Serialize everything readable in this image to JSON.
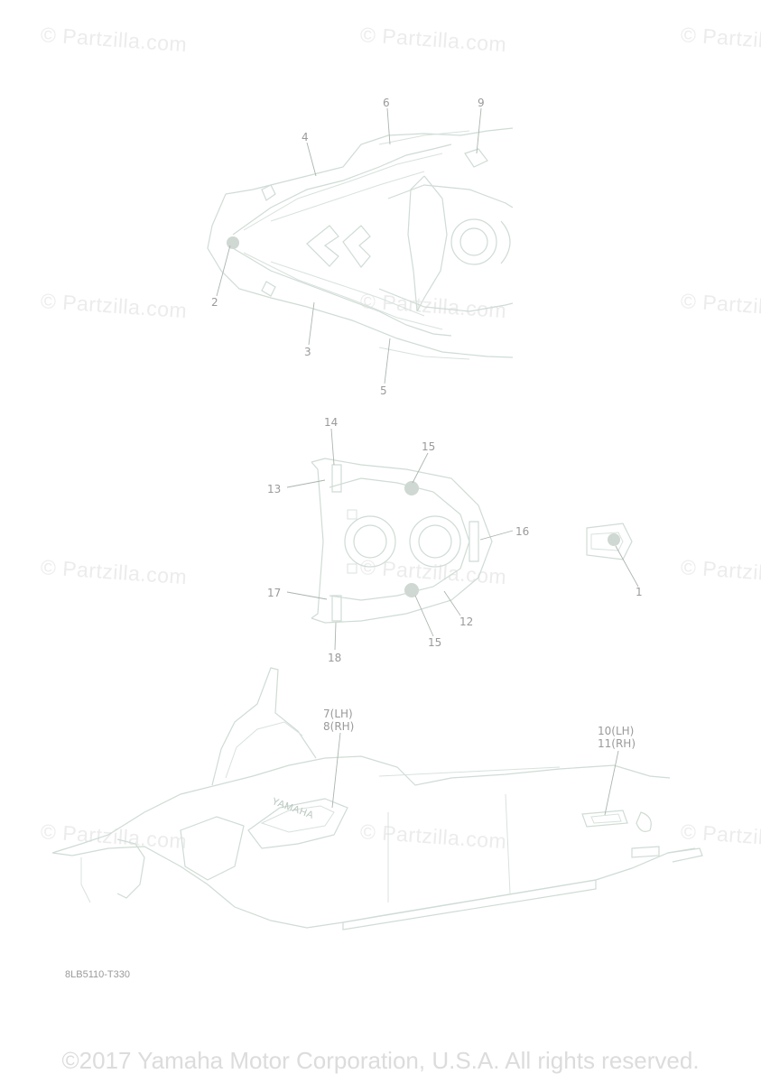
{
  "watermark": "© Partzilla.com",
  "callouts": {
    "c1": "1",
    "c2": "2",
    "c3": "3",
    "c4": "4",
    "c5": "5",
    "c6": "6",
    "c9": "9",
    "c12": "12",
    "c13": "13",
    "c14": "14",
    "c15a": "15",
    "c15b": "15",
    "c16": "16",
    "c17": "17",
    "c18": "18",
    "c7": "7(LH)",
    "c8": "8(RH)",
    "c10": "10(LH)",
    "c11": "11(RH)"
  },
  "diagram_code": "8LB5110-T330",
  "copyright": "©2017 Yamaha Motor Corporation, U.S.A. All rights reserved.",
  "decal_text": "YAMAHA"
}
